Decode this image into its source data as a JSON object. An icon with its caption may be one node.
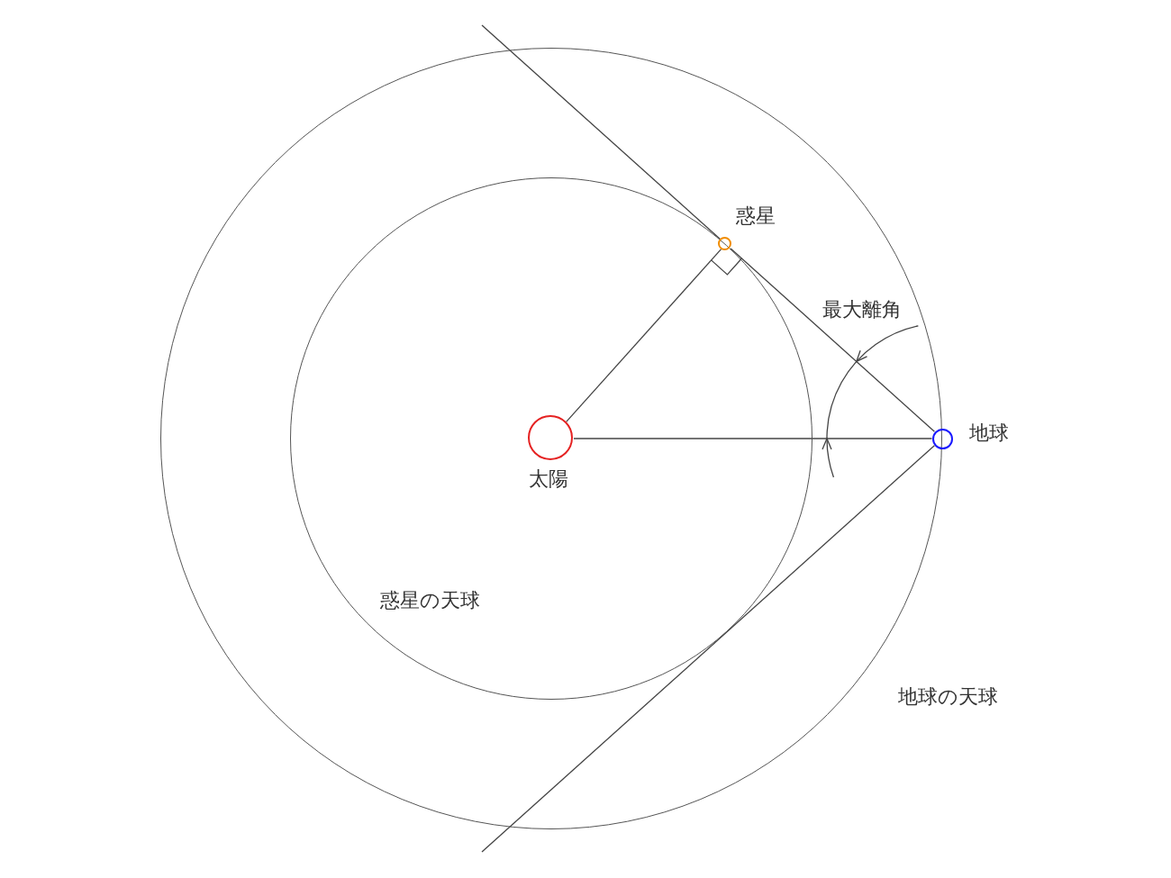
{
  "diagram": {
    "nodes": [
      {
        "text": [
          "地球の天球"
        ]
      },
      {
        "text": [
          "惑星の天球"
        ],
        "in": 0
      },
      {
        "text": [
          "太陽"
        ],
        "in": 1
      },
      {
        "text": [
          "惑星"
        ],
        "in": 1
      },
      {
        "text": [
          "地球"
        ]
      }
    ],
    "edges": [
      {
        "from": 2,
        "to": 3,
        "arrow": "none"
      },
      {
        "from": 2,
        "to": 4,
        "arrow": "none"
      },
      {
        "from": 4,
        "to": 3,
        "arrow": "none"
      },
      {
        "from": 3,
        "to": null,
        "arrow": "none"
      },
      {
        "from": 4,
        "to": null,
        "arrow": "none"
      }
    ],
    "labels": [
      "最大離角"
    ]
  }
}
